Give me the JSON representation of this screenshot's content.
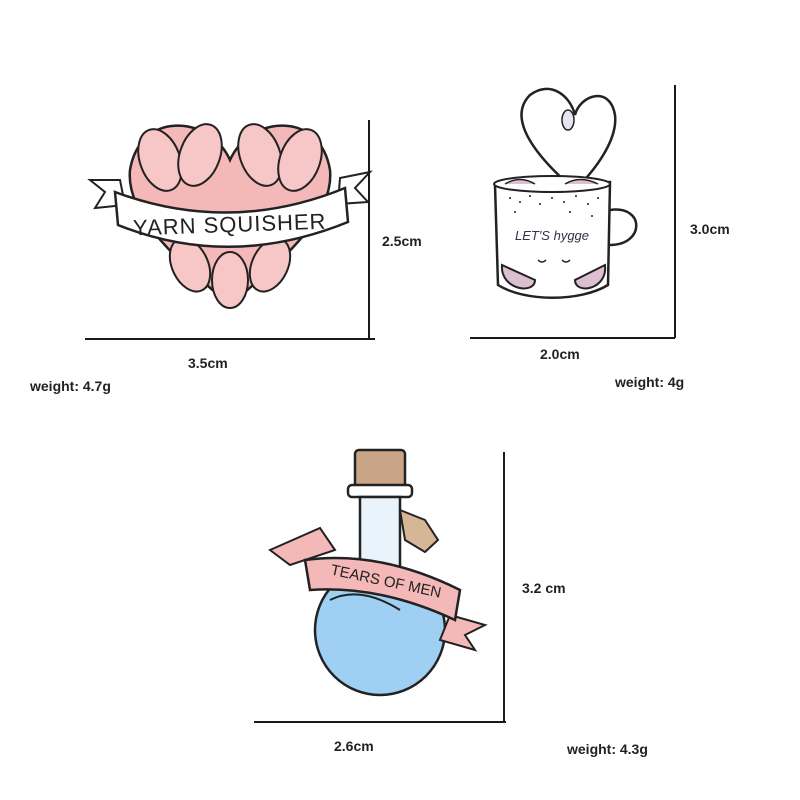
{
  "products": [
    {
      "name": "yarn-squisher-pin",
      "banner_text": "YARN SQUISHER",
      "width": "3.5cm",
      "height": "2.5cm",
      "weight": "weight: 4.7g"
    },
    {
      "name": "lets-hygge-mug-pin",
      "mug_text": "LET'S hygge",
      "width": "2.0cm",
      "height": "3.0cm",
      "weight": "weight: 4g"
    },
    {
      "name": "tears-of-men-bottle-pin",
      "banner_text": "TEARS OF MEN",
      "width": "2.6cm",
      "height": "3.2 cm",
      "weight": "weight: 4.3g"
    }
  ],
  "colors": {
    "pink": "#f4b8b8",
    "pink_dark": "#e89c9c",
    "blue": "#9fcff2",
    "cork": "#c9a486",
    "outline": "#222222",
    "mauve": "#dcc0d2"
  }
}
